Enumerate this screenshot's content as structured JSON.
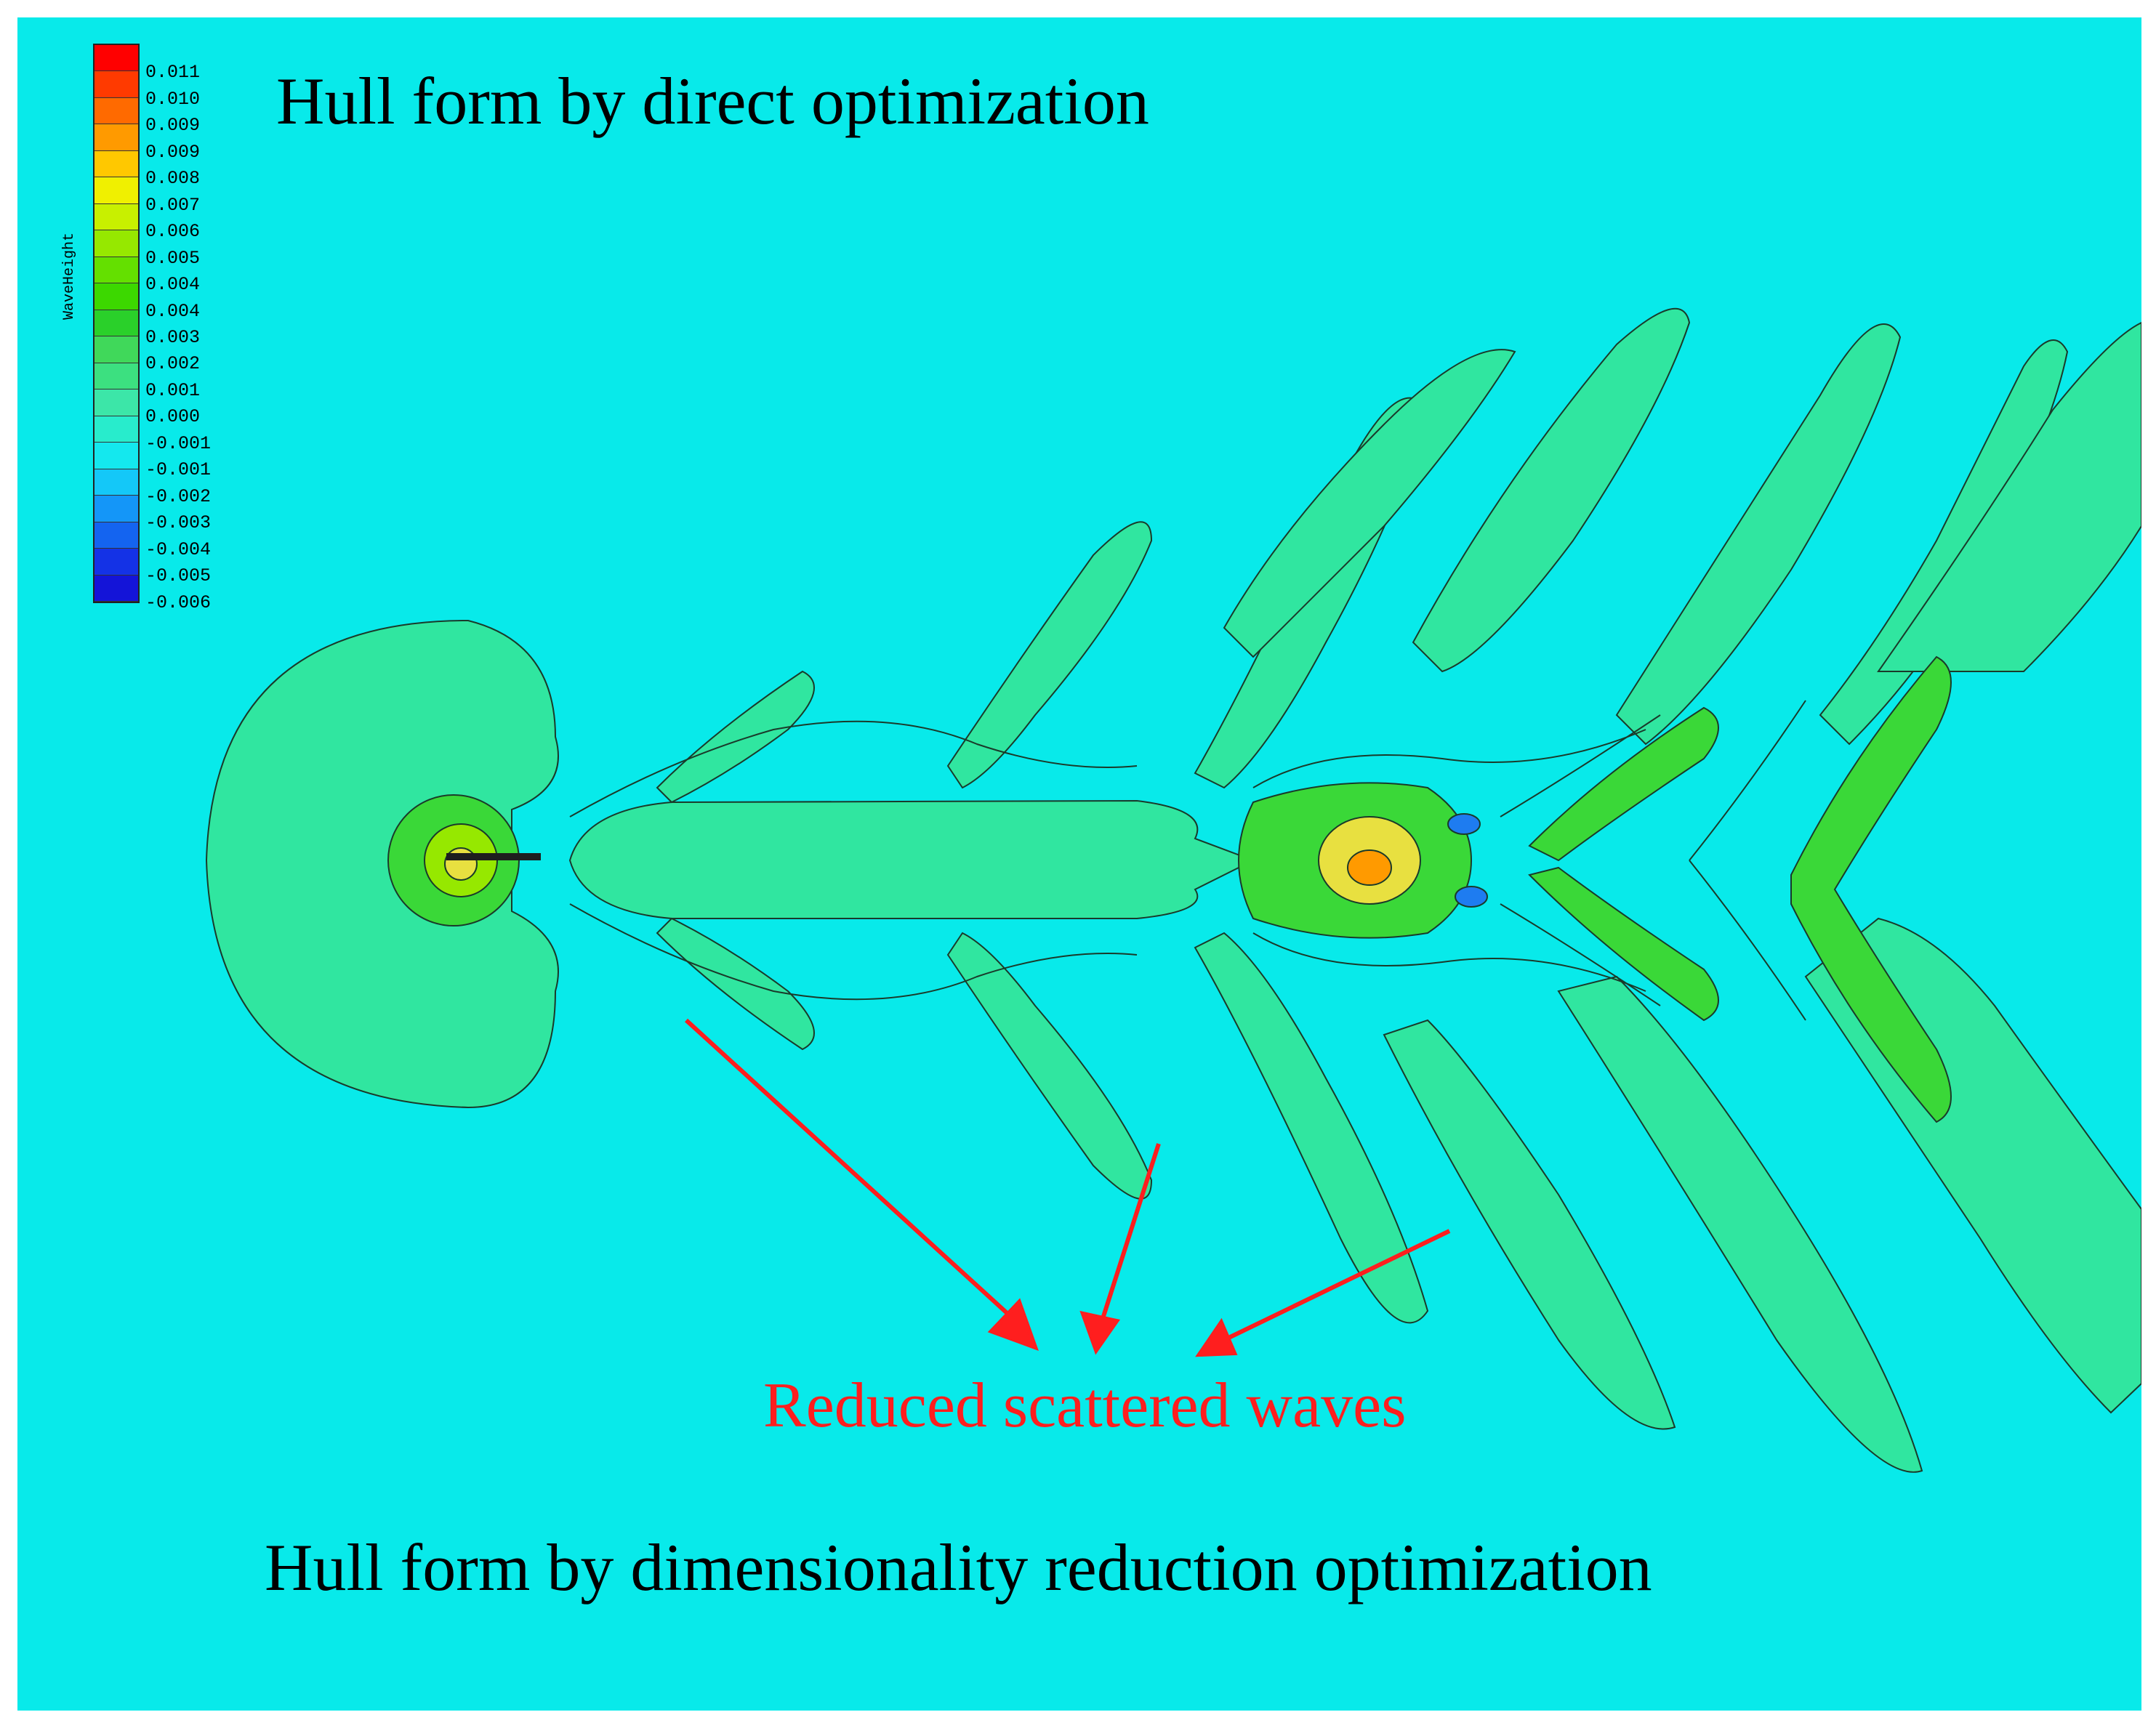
{
  "titles": {
    "top": "Hull form by direct optimization",
    "bottom": "Hull form by dimensionality reduction optimization"
  },
  "annotation": {
    "label": "Reduced scattered waves",
    "color": "#ff1e1e"
  },
  "legend": {
    "title": "WaveHeight",
    "ticks": [
      "0.011",
      "0.010",
      "0.009",
      "0.009",
      "0.008",
      "0.007",
      "0.006",
      "0.005",
      "0.004",
      "0.004",
      "0.003",
      "0.002",
      "0.001",
      "0.000",
      "-0.001",
      "-0.001",
      "-0.002",
      "-0.003",
      "-0.004",
      "-0.005",
      "-0.006"
    ],
    "colors": [
      "#ff0000",
      "#ff3a00",
      "#ff6a00",
      "#ff9a00",
      "#ffc800",
      "#f0f000",
      "#c8f000",
      "#96e800",
      "#64e000",
      "#3cd800",
      "#2ad02a",
      "#40d85a",
      "#3ce080",
      "#3ce6a8",
      "#28eccc",
      "#14e8ee",
      "#14c8f8",
      "#1496f8",
      "#1464f0",
      "#1432e6",
      "#1414d8"
    ]
  },
  "colors": {
    "background": "#08eaea",
    "band_green": "#30e6a0",
    "band_green_dark": "#3ad838",
    "band_yellow": "#e8e040",
    "band_blue": "#1e7cf0"
  }
}
